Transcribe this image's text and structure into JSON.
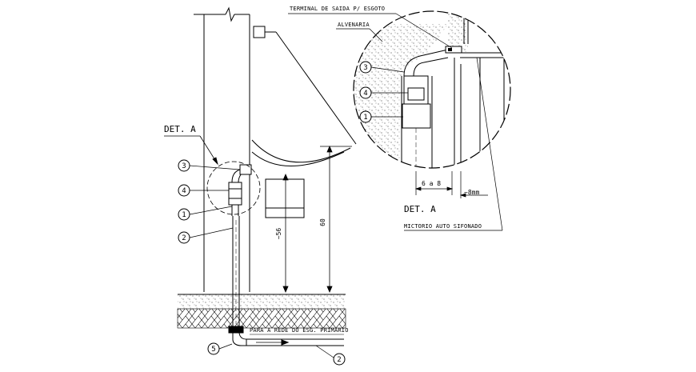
{
  "drawing": {
    "labels": {
      "terminal_saida": "TERMINAL DE SAIDA P/ ESGOTO",
      "alvenaria": "ALVENARIA",
      "mictorio": "MICTORIO AUTO SIFONADO",
      "para_rede": "PARA A REDE DO ESG. PRIMARIO"
    },
    "detail_labels": {
      "main": "DET. A",
      "inset": "DET. A"
    },
    "dimensions": {
      "height_60": "60",
      "height_56": "~56",
      "gap_6a8": "6 a 8",
      "gap_8mm": "~8mm"
    },
    "callouts_main": [
      "3",
      "4",
      "1",
      "2"
    ],
    "callouts_inset": [
      "3",
      "4",
      "1"
    ],
    "callouts_bottom": [
      "5",
      "2"
    ]
  }
}
